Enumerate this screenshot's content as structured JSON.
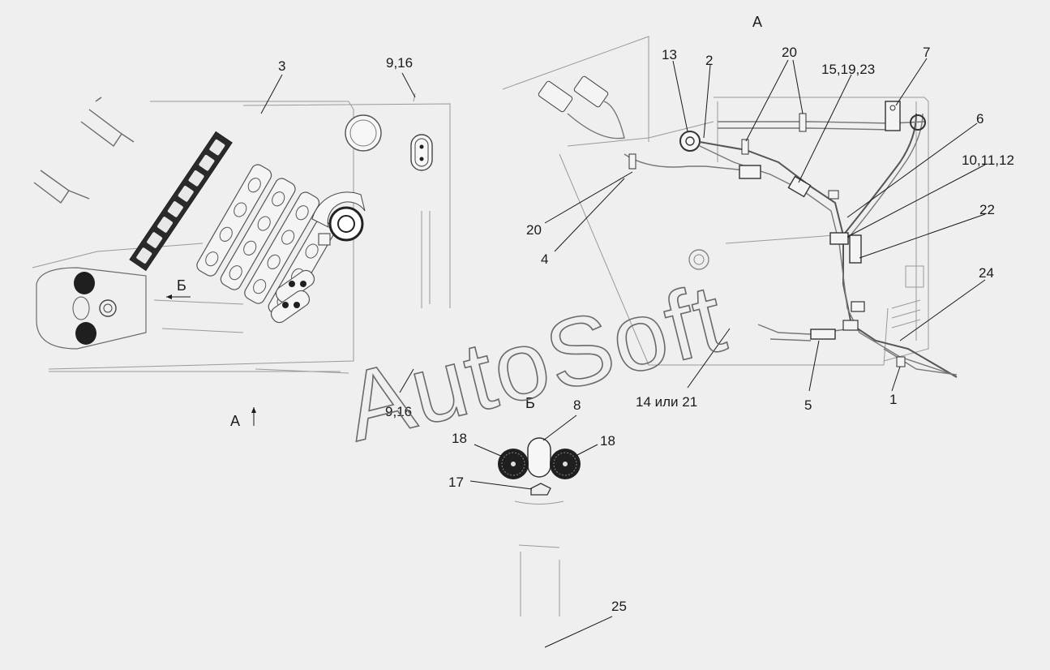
{
  "view_labels": {
    "view_a_top": "А",
    "view_a_bottom": "А",
    "view_b_arrow": "Б",
    "view_b_title": "Б"
  },
  "callouts": {
    "c3": "3",
    "c9_16_top": "9,16",
    "c9_16_bottom": "9,16",
    "c13": "13",
    "c2": "2",
    "c20_top": "20",
    "c20_left": "20",
    "c15_19_23": "15,19,23",
    "c7": "7",
    "c6": "6",
    "c10_11_12": "10,11,12",
    "c22": "22",
    "c24": "24",
    "c4": "4",
    "c14_21": "14 или 21",
    "c5": "5",
    "c1": "1",
    "c8": "8",
    "c18_left": "18",
    "c18_right": "18",
    "c17": "17",
    "c25": "25"
  },
  "watermark": "AutoSoft"
}
